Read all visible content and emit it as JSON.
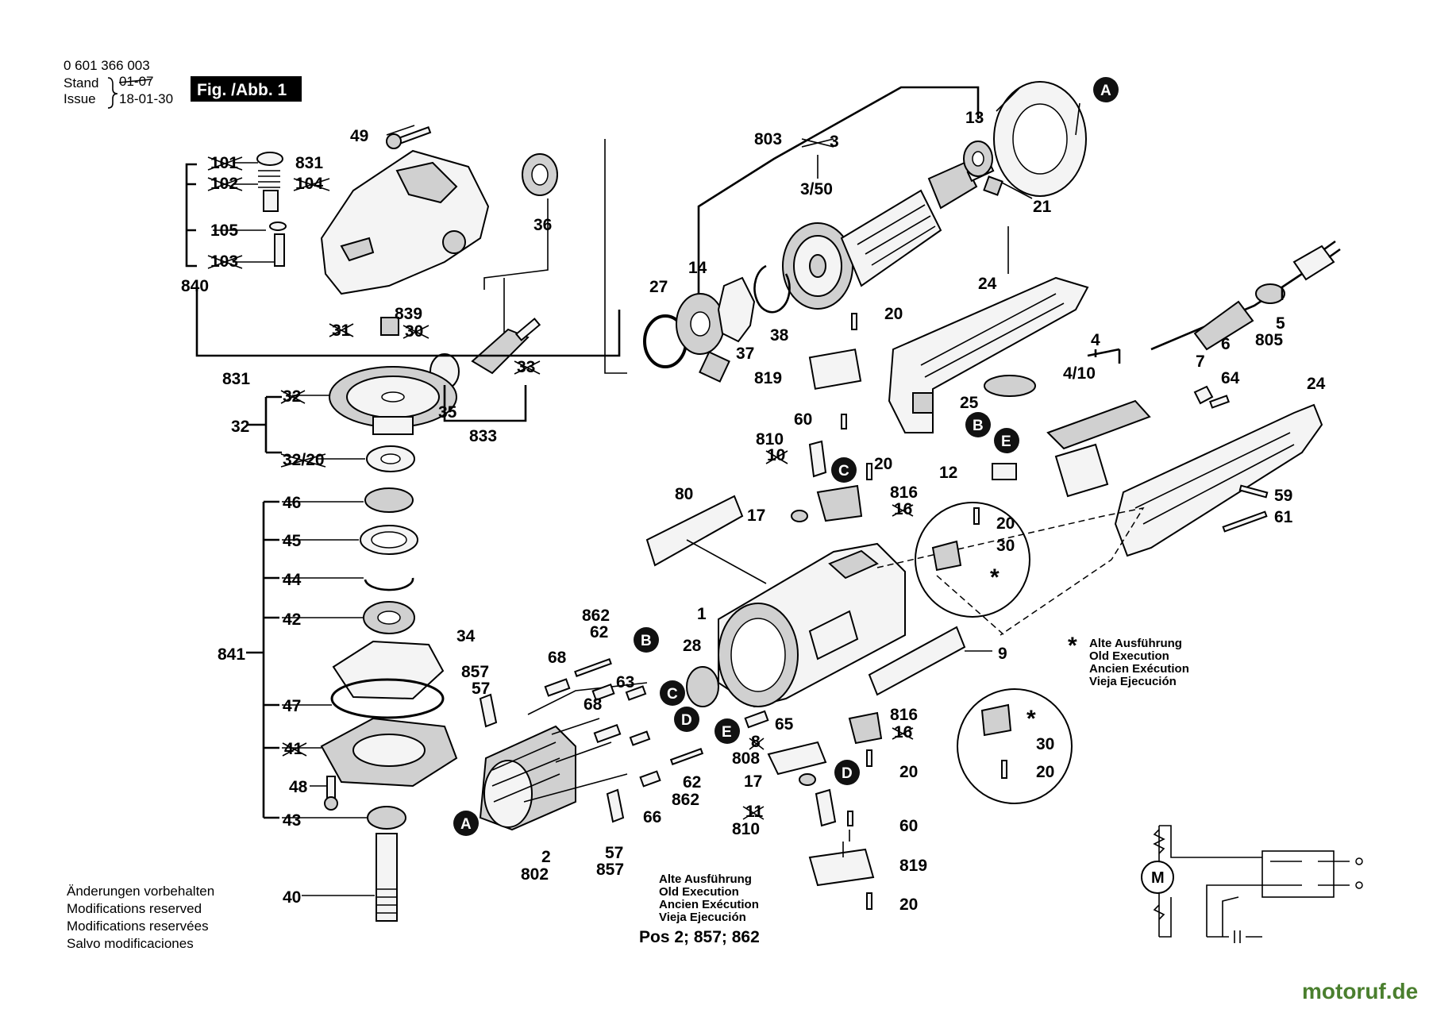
{
  "header": {
    "doc_number": "0 601 366 003",
    "stand_label": "Stand",
    "stand_value": "01-07",
    "issue_label": "Issue",
    "issue_value": "18-01-30",
    "figure_label": "Fig. /Abb. 1"
  },
  "notes": {
    "modifications": [
      "Änderungen vorbehalten",
      "Modifications reserved",
      "Modifications reservées",
      "Salvo modificaciones"
    ],
    "old_execution": [
      "Alte Ausführung",
      "Old Execution",
      "Ancien Exécution",
      "Vieja Ejecución"
    ],
    "old_execution_star": "*",
    "pos_note": "Pos 2; 857; 862"
  },
  "watermark": "motoruf.de",
  "refs": [
    "A",
    "B",
    "C",
    "D",
    "E"
  ],
  "part_numbers": {
    "p0": "49",
    "p1": "101",
    "p2": "831",
    "p3": "102",
    "p4": "104",
    "p5": "105",
    "p6": "103",
    "p7": "840",
    "p8": "36",
    "p9": "31",
    "p10": "839",
    "p11": "30",
    "p12": "831",
    "p13": "33",
    "p14": "32",
    "p15": "32",
    "p16": "35",
    "p17": "833",
    "p18": "32/20",
    "p19": "46",
    "p20": "45",
    "p21": "44",
    "p22": "42",
    "p23": "841",
    "p24": "34",
    "p25": "47",
    "p26": "41",
    "p27": "48",
    "p28": "43",
    "p29": "40",
    "p30": "803",
    "p31": "3",
    "p32": "13",
    "p33": "3/50",
    "p34": "21",
    "p35": "27",
    "p36": "14",
    "p37": "37",
    "p38": "38",
    "p39": "24",
    "p40": "20",
    "p41": "819",
    "p42": "60",
    "p43": "810",
    "p44": "10",
    "p45": "20",
    "p46": "816",
    "p47": "16",
    "p48": "17",
    "p49": "80",
    "p50": "4",
    "p51": "4/10",
    "p52": "7",
    "p53": "64",
    "p54": "5",
    "p55": "805",
    "p56": "6",
    "p57": "25",
    "p58": "12",
    "p59": "24",
    "p60": "59",
    "p61": "61",
    "p62": "20",
    "p63": "30",
    "p64": "1",
    "p65": "9",
    "p66": "862",
    "p67": "62",
    "p68": "68",
    "p69": "28",
    "p70": "857",
    "p71": "57",
    "p72": "63",
    "p73": "68",
    "p74": "65",
    "p75": "8",
    "p76": "808",
    "p77": "816",
    "p78": "16",
    "p79": "30",
    "p80": "20",
    "p81": "17",
    "p82": "20",
    "p83": "810",
    "p84": "11",
    "p85": "60",
    "p86": "819",
    "p87": "20",
    "p88": "62",
    "p89": "862",
    "p90": "66",
    "p91": "57",
    "p92": "857",
    "p93": "2",
    "p94": "802"
  }
}
